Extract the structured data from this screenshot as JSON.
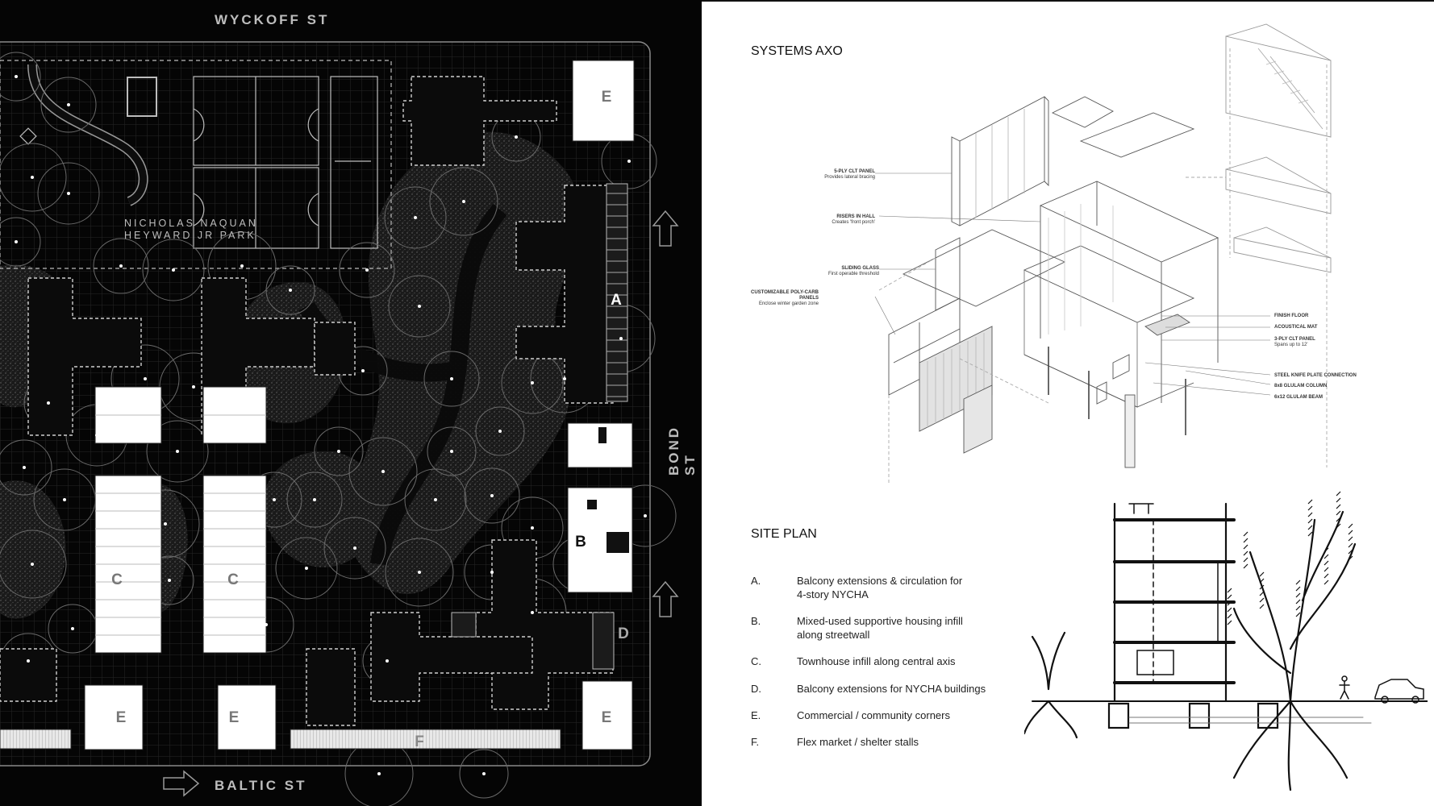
{
  "site_plan": {
    "streets": {
      "north": "WYCKOFF ST",
      "east": "BOND ST",
      "south": "BALTIC ST"
    },
    "park_label": [
      "NICHOLAS NAQUAN",
      "HEYWARD JR PARK"
    ],
    "zones": {
      "A": "A",
      "B": "B",
      "C": "C",
      "D": "D",
      "E": "E",
      "F": "F"
    }
  },
  "axo": {
    "title": "SYSTEMS AXO",
    "callouts_left": [
      {
        "title": "5-PLY CLT PANEL",
        "sub": "Provides lateral bracing"
      },
      {
        "title": "RISERS IN HALL",
        "sub": "Creates 'front porch'"
      },
      {
        "title": "SLIDING GLASS",
        "sub": "First operable threshold"
      },
      {
        "title": "CUSTOMIZABLE POLY-CARB PANELS",
        "sub": "Enclose winter garden zone"
      }
    ],
    "callouts_right": [
      {
        "title": "FINISH FLOOR",
        "sub": ""
      },
      {
        "title": "ACOUSTICAL MAT",
        "sub": ""
      },
      {
        "title": "3-PLY CLT PANEL",
        "sub": "Spans up to 12'"
      },
      {
        "title": "STEEL KNIFE PLATE CONNECTION",
        "sub": ""
      },
      {
        "title": "8x8 GLULAM COLUMN",
        "sub": ""
      },
      {
        "title": "6x12 GLULAM BEAM",
        "sub": ""
      }
    ]
  },
  "site_legend": {
    "title": "SITE PLAN",
    "items": [
      {
        "key": "A.",
        "text": "Balcony extensions & circulation for\n4-story NYCHA"
      },
      {
        "key": "B.",
        "text": "Mixed-used supportive housing infill\nalong streetwall"
      },
      {
        "key": "C.",
        "text": "Townhouse infill along central axis"
      },
      {
        "key": "D.",
        "text": "Balcony extensions for NYCHA buildings"
      },
      {
        "key": "E.",
        "text": "Commercial / community corners"
      },
      {
        "key": "F.",
        "text": "Flex market / shelter stalls"
      }
    ]
  },
  "colors": {
    "site_bg": "#050505",
    "grid": "#2a2a2a",
    "building_fill": "#ffffff",
    "line_gray": "#9a9a9a"
  }
}
